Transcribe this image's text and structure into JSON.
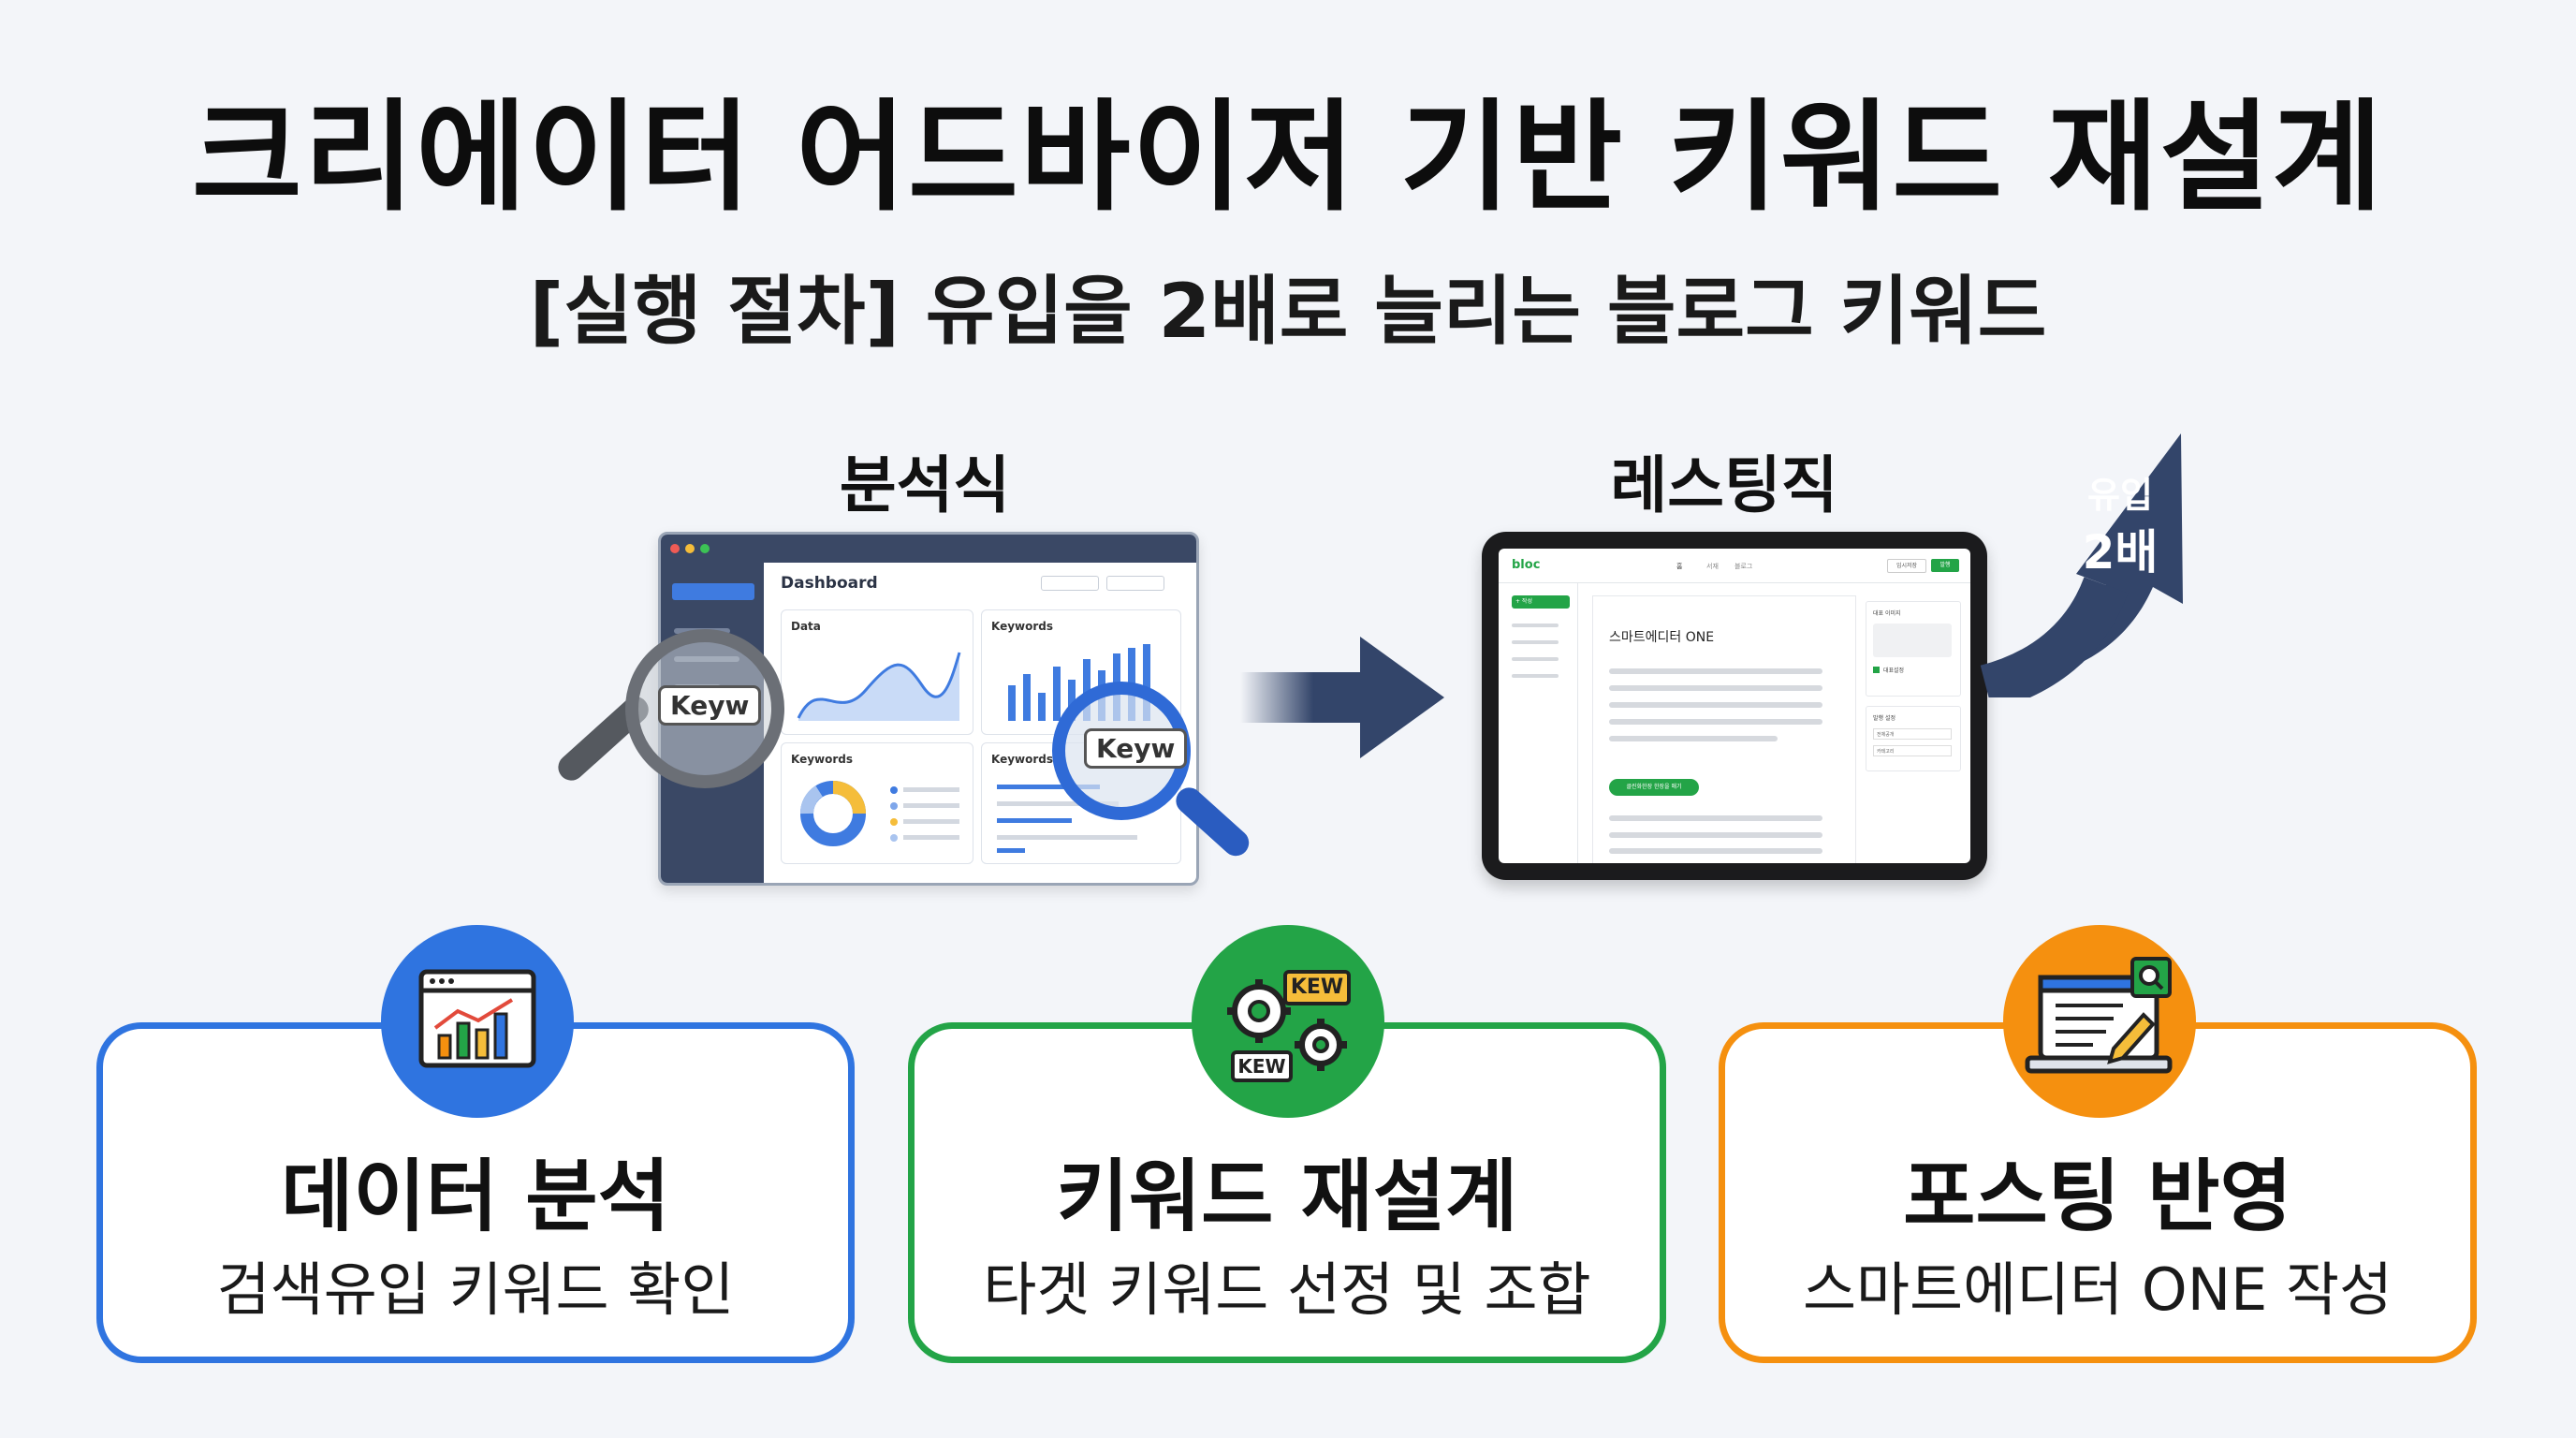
{
  "header": {
    "title": "크리에이터 어드바이저 기반 키워드 재설계",
    "subtitle": "[실행 절차] 유입을 2배로 늘리는 블로그 키워드"
  },
  "sections": {
    "analysis_label": "분석식",
    "listing_label": "레스팅직"
  },
  "dashboard": {
    "title": "Dashboard",
    "card_data": "Data",
    "card_keywords_1": "Keywords",
    "card_keywords_2": "Keywords",
    "card_keywords_3": "Keywords",
    "magnifier_text_1": "Keyw",
    "magnifier_text_2": "Keyw"
  },
  "tablet": {
    "logo": "bloc",
    "nav": [
      "홈",
      "서재",
      "블로그"
    ],
    "btn_temp": "임시저장",
    "btn_publish": "발행",
    "side_btn": "+ 작성",
    "editor_title": "스마트에디터 ONE",
    "green_btn": "클린화한장 한장을 매기",
    "panel1_title": "대표 이미지",
    "panel1_check": "대표설정",
    "panel2_title": "발행 설정",
    "panel2_opt1": "전체공개",
    "panel2_opt2": "카테고리"
  },
  "growth": {
    "line1": "유입",
    "line2": "2배"
  },
  "cards": [
    {
      "title": "데이터 분석",
      "subtitle": "검색유입 키워드 확인",
      "color": "#2f74e0"
    },
    {
      "title": "키워드 재설계",
      "subtitle": "타겟 키워드 선정 및 조합",
      "color": "#23a447"
    },
    {
      "title": "포스팅 반영",
      "subtitle": "스마트에디터 ONE 작성",
      "color": "#f5900f"
    }
  ],
  "icons": {
    "card1_icon": "chart-browser-icon",
    "card2_icon": "gears-keyword-icon",
    "card3_icon": "laptop-edit-icon",
    "gear_tag_1": "KEW",
    "gear_tag_2": "KEW"
  },
  "colors": {
    "navy": "#33456a",
    "blue": "#2f74e0",
    "green": "#23a447",
    "orange": "#f5900f"
  }
}
